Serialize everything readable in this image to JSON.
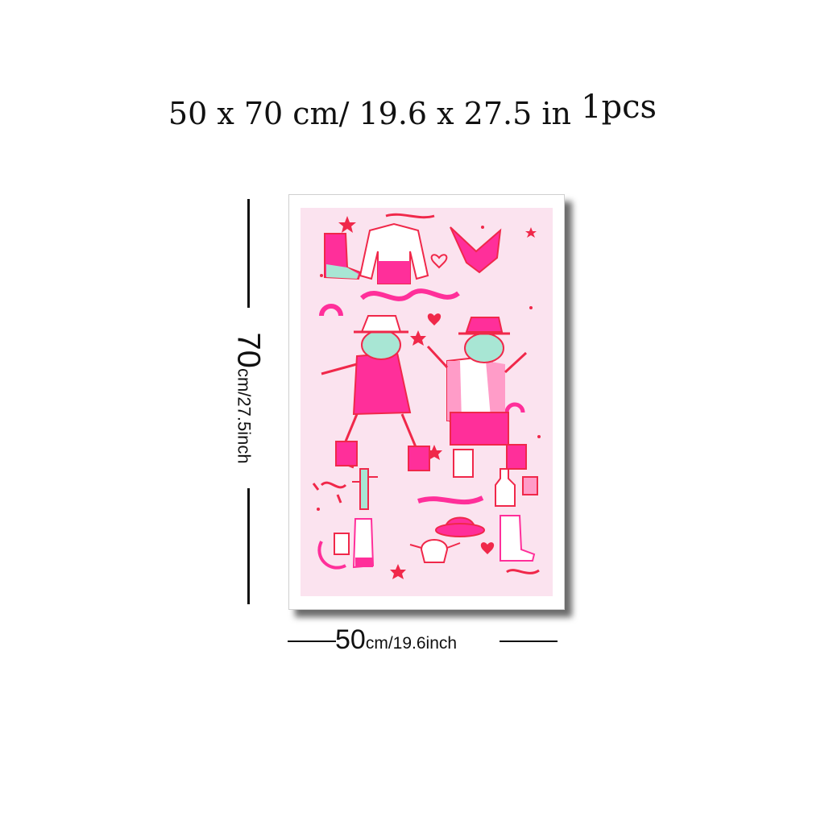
{
  "header": {
    "size_text": "50 x 70 cm/ 19.6 x 27.5 in",
    "quantity_text": "1pcs"
  },
  "height_dimension": {
    "value": "70",
    "unit_text": "cm/27.5inch"
  },
  "width_dimension": {
    "value": "50",
    "unit_text": "cm/19.6inch"
  },
  "poster": {
    "artwork_icon": "cowboy-frogs-dancing-illustration",
    "colors": {
      "background": "#fbe3ef",
      "hot_pink": "#ff2f9a",
      "red": "#f0284a",
      "light_pink": "#ff9cc8",
      "mint": "#a8e6d4"
    }
  }
}
